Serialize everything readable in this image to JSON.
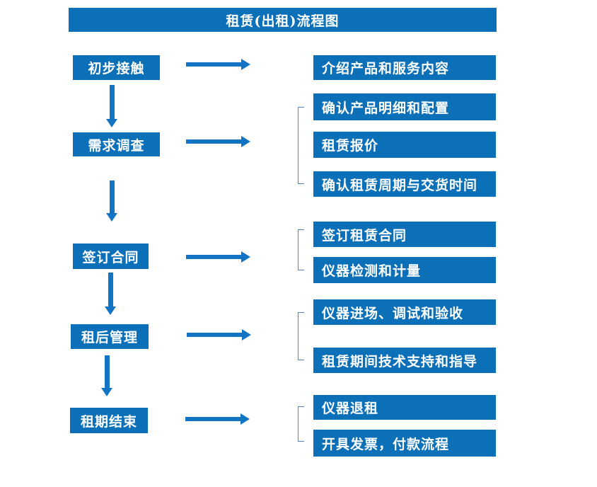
{
  "title": "租赁(出租)流程图",
  "colors": {
    "box_blue": "#0C70B8",
    "arrow_blue": "#1474C4",
    "bracket_blue": "#4A86C8",
    "text_white": "#FFFFFF"
  },
  "stages": [
    {
      "label": "初步接触",
      "outputs": [
        "介绍产品和服务内容"
      ]
    },
    {
      "label": "需求调查",
      "outputs": [
        "确认产品明细和配置",
        "租赁报价",
        "确认租赁周期与交货时间"
      ]
    },
    {
      "label": "签订合同",
      "outputs": [
        "签订租赁合同",
        "仪器检测和计量"
      ]
    },
    {
      "label": "租后管理",
      "outputs": [
        "仪器进场、调试和验收",
        "租赁期间技术支持和指导"
      ]
    },
    {
      "label": "租期结束",
      "outputs": [
        "仪器退租",
        "开具发票，付款流程"
      ]
    }
  ]
}
